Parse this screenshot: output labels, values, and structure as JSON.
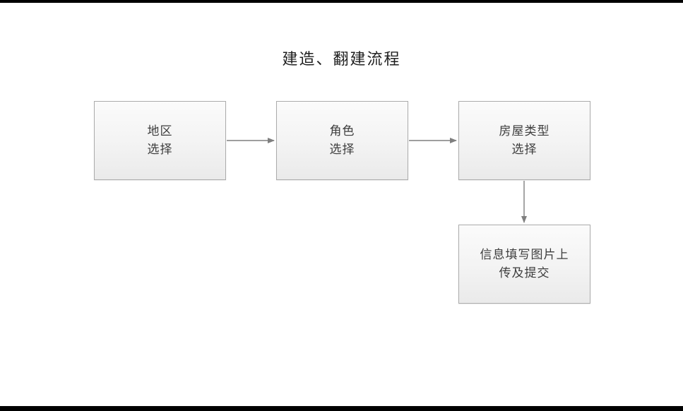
{
  "title": "建造、翻建流程",
  "flow": {
    "nodes": [
      {
        "id": "region-select",
        "line1": "地区",
        "line2": "选择"
      },
      {
        "id": "role-select",
        "line1": "角色",
        "line2": "选择"
      },
      {
        "id": "house-type-select",
        "line1": "房屋类型",
        "line2": "选择"
      },
      {
        "id": "info-upload-submit",
        "line1": "信息填写图片上",
        "line2": "传及提交"
      }
    ],
    "edges": [
      {
        "from": "region-select",
        "to": "role-select",
        "direction": "right"
      },
      {
        "from": "role-select",
        "to": "house-type-select",
        "direction": "right"
      },
      {
        "from": "house-type-select",
        "to": "info-upload-submit",
        "direction": "down"
      }
    ]
  },
  "colors": {
    "background": "#ffffff",
    "frame_bar": "#000000",
    "node_fill_top": "#fbfbfb",
    "node_fill_bottom": "#eaeaea",
    "node_border": "#ababab",
    "arrow": "#7f7f7f",
    "text": "#3d3d3d"
  }
}
